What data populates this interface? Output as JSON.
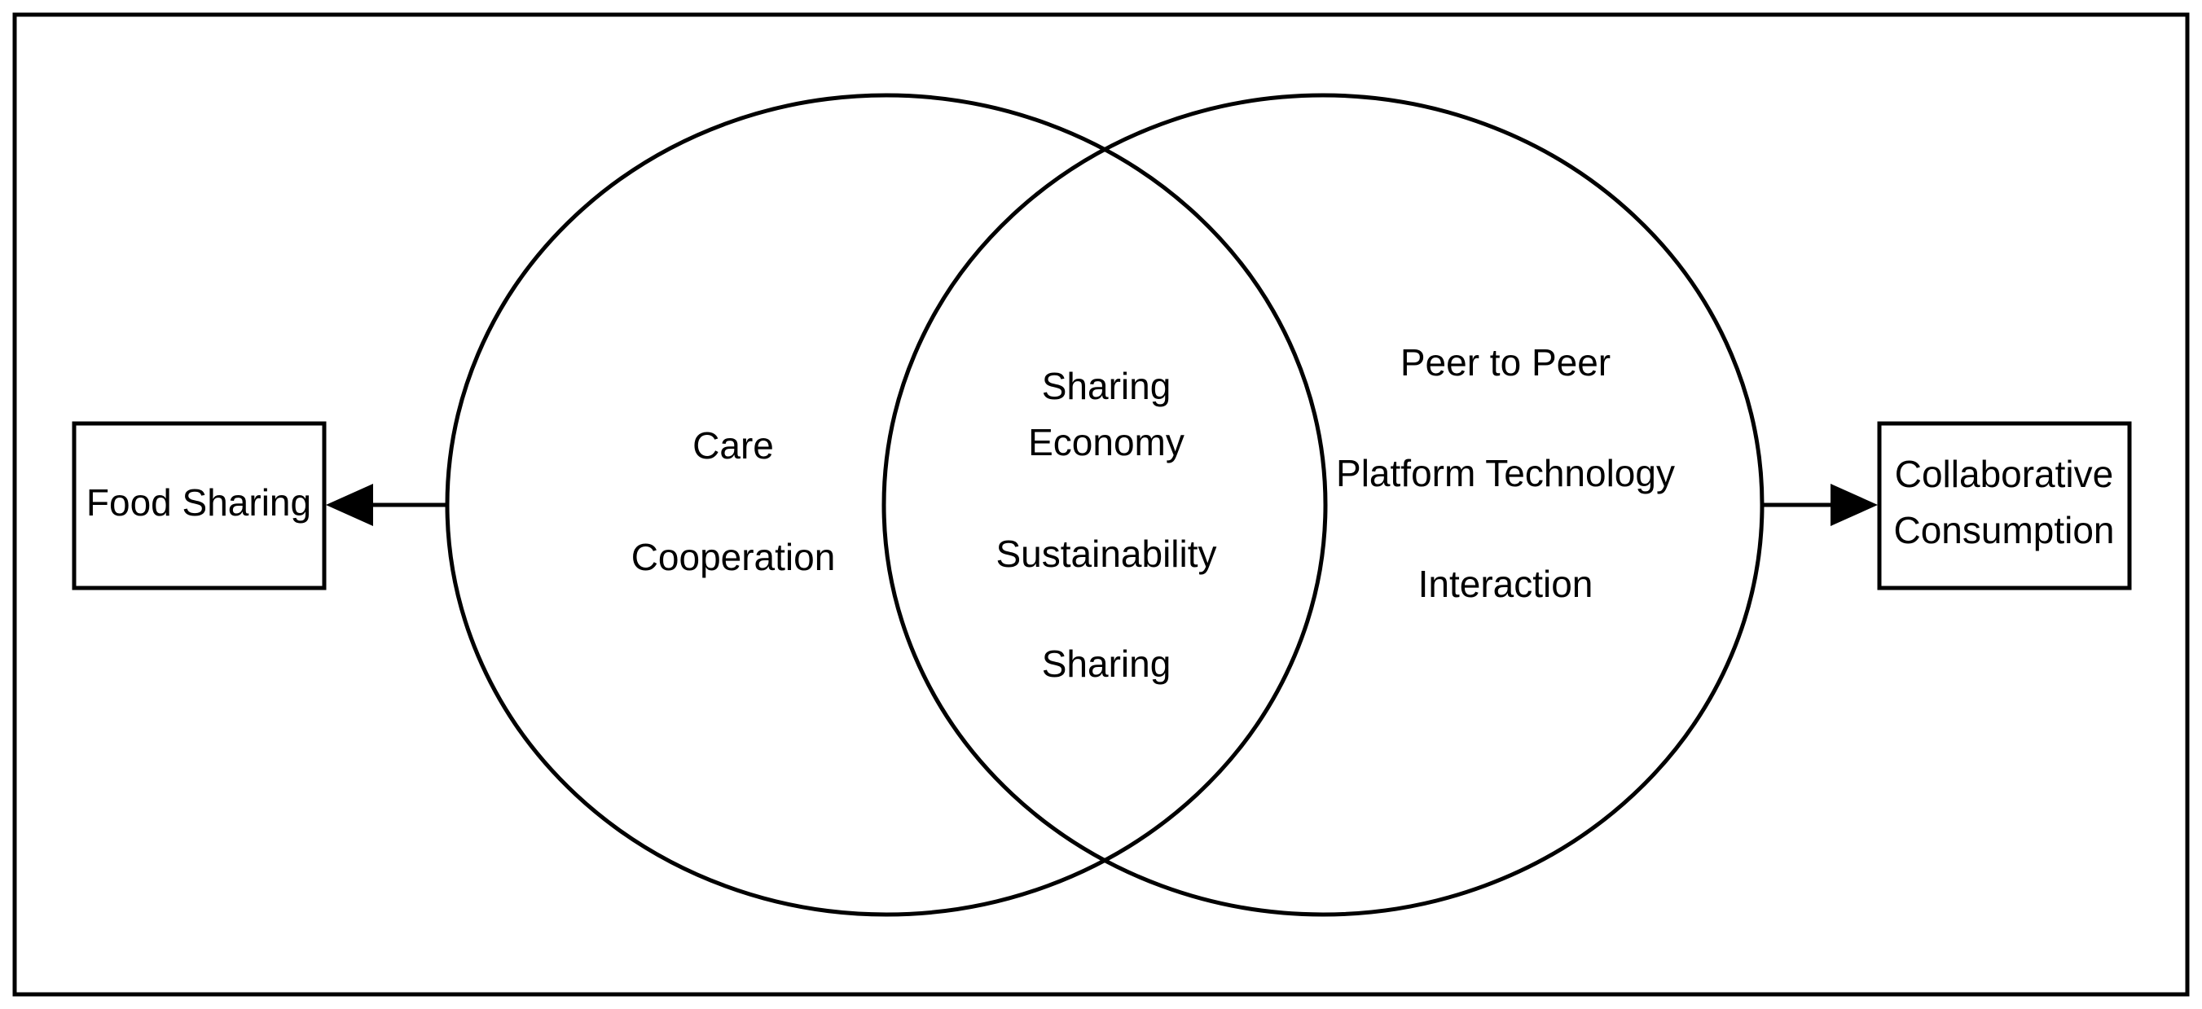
{
  "diagram": {
    "left_box": {
      "label": "Food Sharing"
    },
    "right_box": {
      "line1": "Collaborative",
      "line2": "Consumption"
    },
    "left_circle": {
      "items": [
        "Care",
        "Cooperation"
      ]
    },
    "intersection": {
      "items": [
        "Sharing",
        "Economy",
        "Sustainability",
        "Sharing"
      ]
    },
    "right_circle": {
      "items": [
        "Peer to Peer",
        "Platform Technology",
        "Interaction"
      ]
    }
  }
}
